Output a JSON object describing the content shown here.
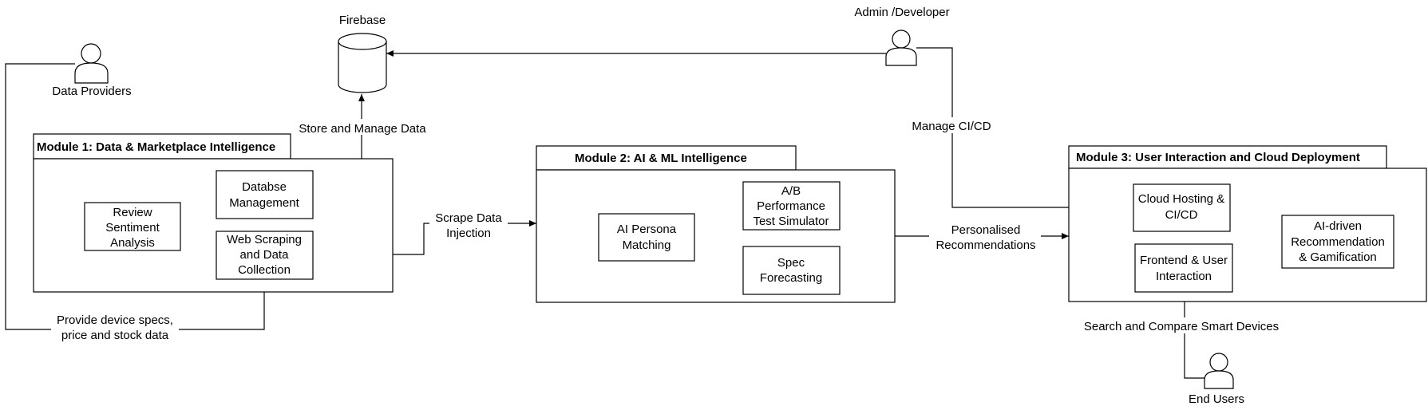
{
  "actors": {
    "firebase": "Firebase",
    "data_providers": "Data Providers",
    "admin": "Admin /Developer",
    "end_users": "End Users"
  },
  "modules": {
    "m1": {
      "title": "Module 1: Data & Marketplace Intelligence",
      "review": [
        "Review",
        "Sentiment",
        "Analysis"
      ],
      "database": [
        "Databse",
        "Management"
      ],
      "scraping": [
        "Web Scraping",
        "and Data",
        "Collection"
      ]
    },
    "m2": {
      "title": "Module 2: AI & ML Intelligence",
      "persona": [
        "AI Persona",
        "Matching"
      ],
      "ab_test": [
        "A/B",
        "Performance",
        "Test Simulator"
      ],
      "spec": [
        "Spec",
        "Forecasting"
      ]
    },
    "m3": {
      "title": "Module 3: User Interaction and Cloud Deployment",
      "cloud": [
        "Cloud Hosting &",
        "CI/CD"
      ],
      "frontend": [
        "Frontend & User",
        "Interaction"
      ],
      "recommendation": [
        "AI-driven",
        "Recommendation",
        "& Gamification"
      ]
    }
  },
  "edges": {
    "store": "Store and Manage Data",
    "manage_cicd": "Manage CI/CD",
    "scrape": [
      "Scrape Data",
      "Injection"
    ],
    "personalised": [
      "Personalised",
      "Recommendations"
    ],
    "provide": [
      "Provide device specs,",
      "price and stock data"
    ],
    "search": "Search and Compare Smart Devices"
  }
}
